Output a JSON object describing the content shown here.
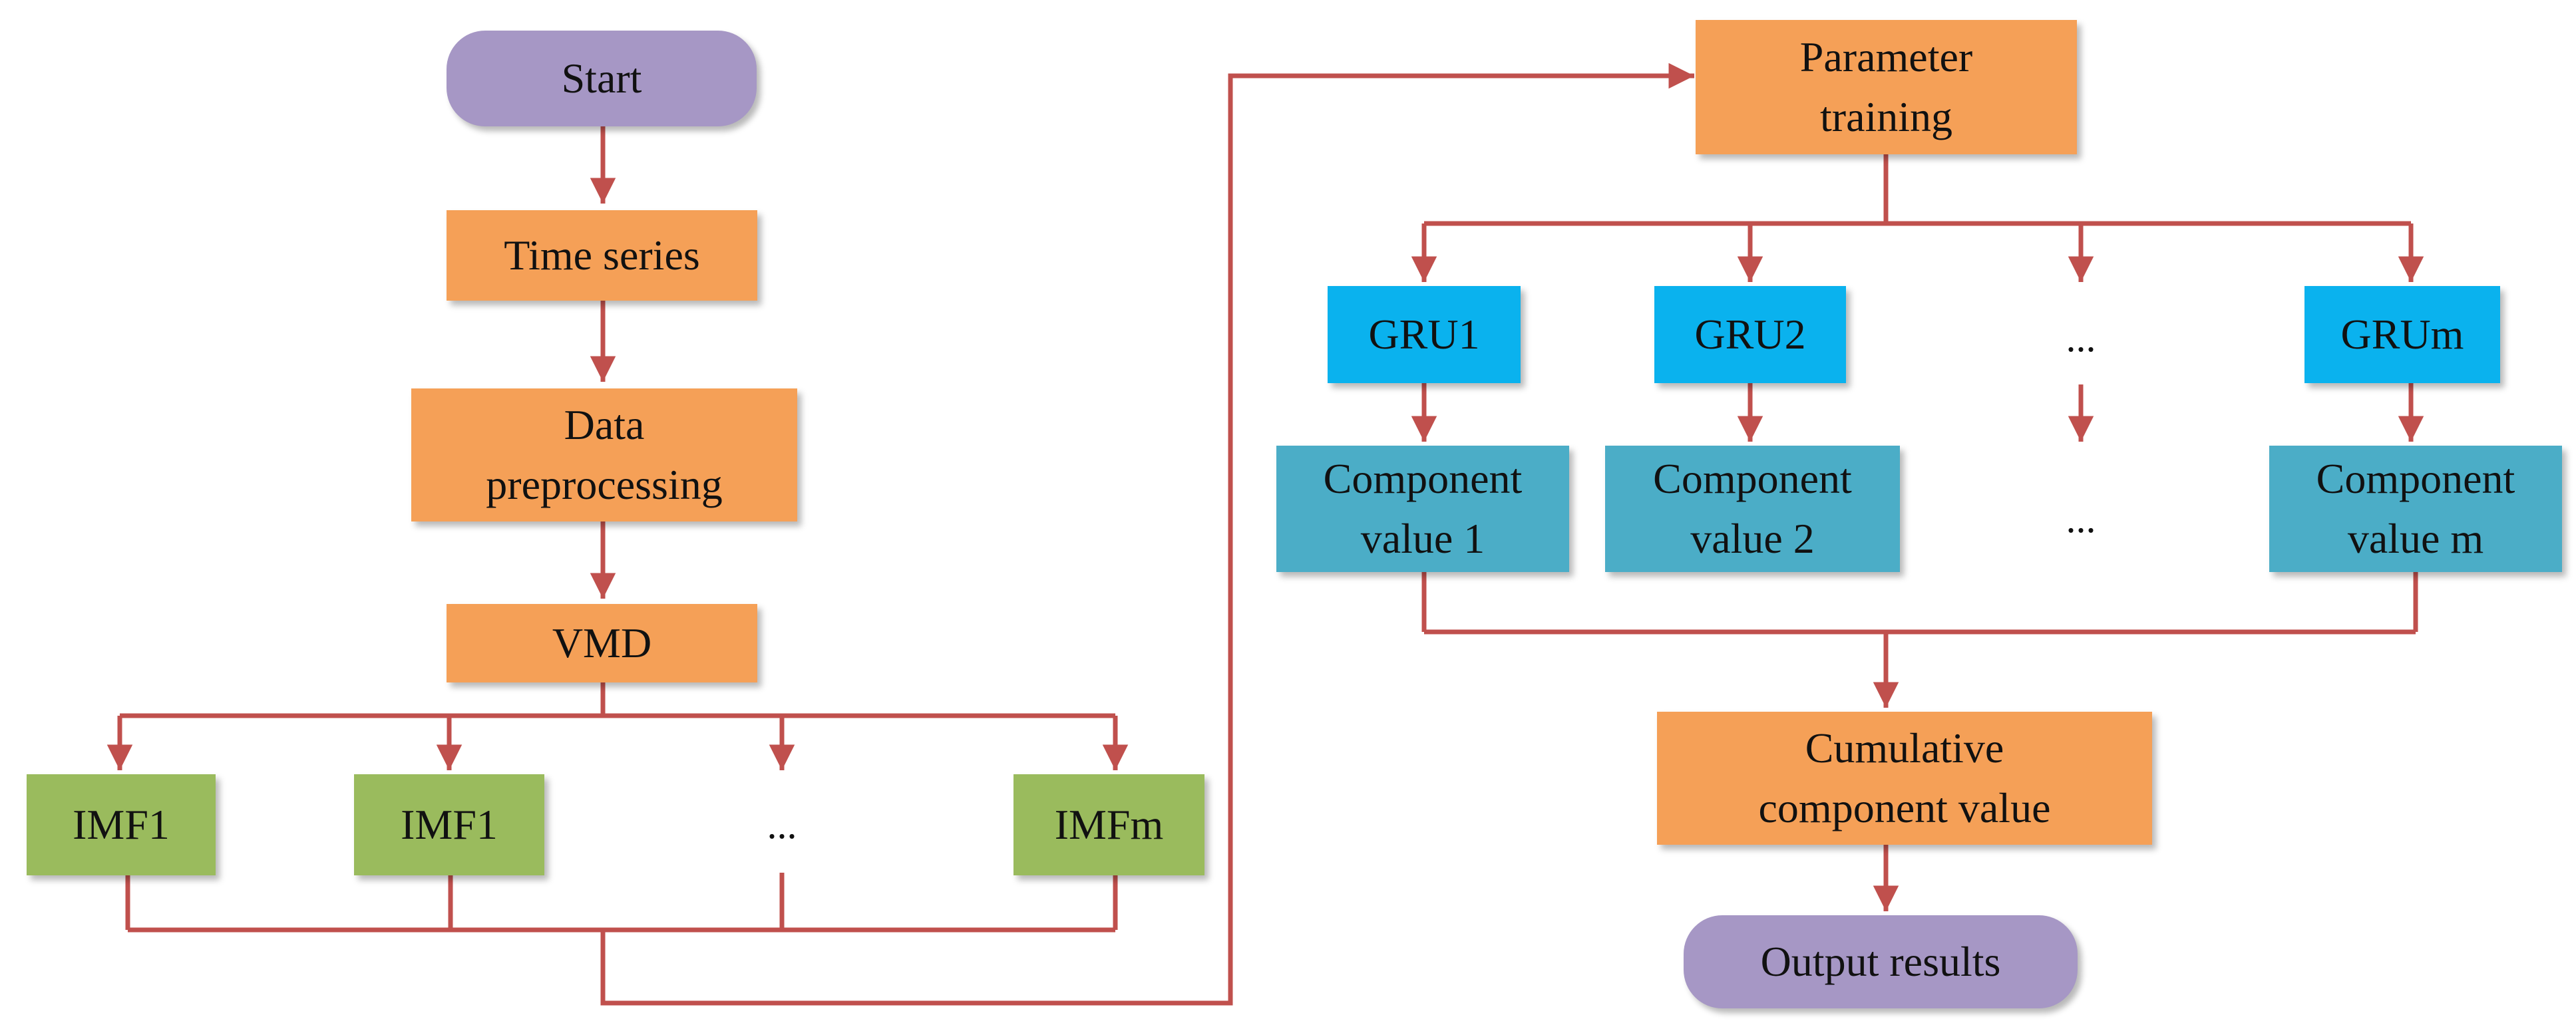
{
  "colors": {
    "terminal": "#a697c5",
    "process": "#f5a057",
    "imf": "#9abb5d",
    "gru": "#0ab2ee",
    "component": "#4badc7",
    "connector": "#c0504d"
  },
  "nodes": {
    "start": "Start",
    "time_series": "Time series",
    "data_preprocessing": [
      "Data",
      "preprocessing"
    ],
    "vmd": "VMD",
    "imf_1a": "IMF1",
    "imf_1b": "IMF1",
    "imf_ellipsis": "...",
    "imf_m": "IMFm",
    "parameter_training": [
      "Parameter",
      "training"
    ],
    "gru_1": "GRU1",
    "gru_2": "GRU2",
    "gru_ellipsis": "...",
    "gru_m": "GRUm",
    "component_1": [
      "Component",
      "value 1"
    ],
    "component_2": [
      "Component",
      "value 2"
    ],
    "component_ellipsis": "...",
    "component_m": [
      "Component",
      "value m"
    ],
    "cumulative": [
      "Cumulative",
      "component value"
    ],
    "output": "Output results"
  }
}
